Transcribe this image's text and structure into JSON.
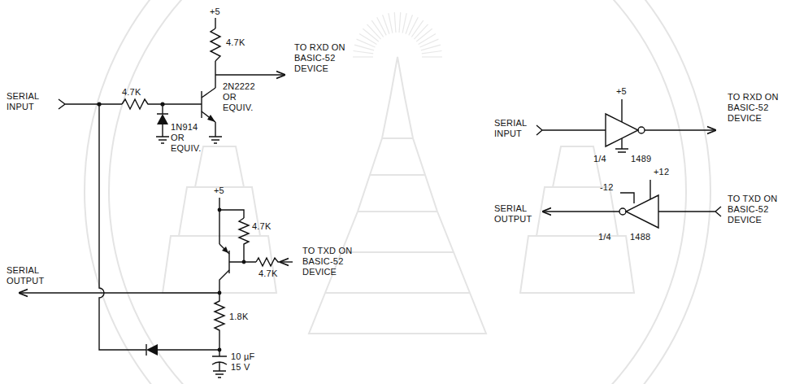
{
  "diagram": {
    "labels": [
      "+5",
      "4.7K",
      "TO RXD ON BASIC-52 DEVICE",
      "SERIAL INPUT",
      "4.7K",
      "2N2222 OR EQUIV.",
      "1N914 OR EQUIV.",
      "+5",
      "4.7K",
      "TO TXD ON BASIC-52 DEVICE",
      "4.7K",
      "SERIAL OUTPUT",
      "1.8K",
      "10 µF 15 V",
      "SERIAL INPUT",
      "+5",
      "TO RXD ON BASIC-52 DEVICE",
      "1/4",
      "1489",
      "+12",
      "-12",
      "SERIAL OUTPUT",
      "TO TXD ON BASIC-52 DEVICE",
      "1/4",
      "1488"
    ]
  }
}
